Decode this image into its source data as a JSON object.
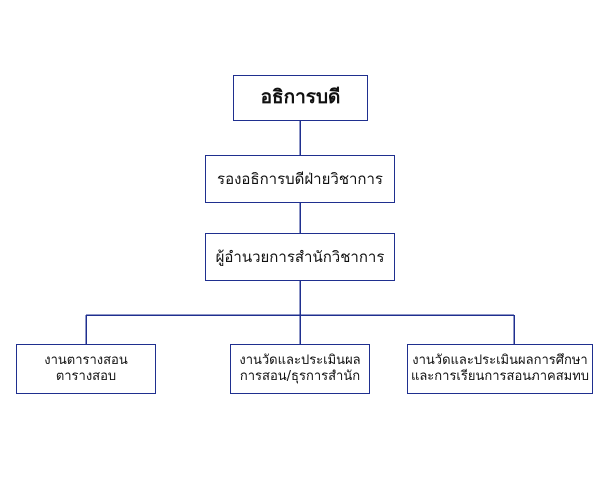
{
  "colors": {
    "border": "#1f2f8f",
    "connector": "#1f2f8f",
    "background": "#ffffff",
    "text": "#111111"
  },
  "org_chart": {
    "root": {
      "label": "อธิการบดี"
    },
    "deputy": {
      "label": "รองอธิการบดีฝ่ายวิชาการ"
    },
    "director": {
      "label": "ผู้อำนวยการสำนักวิชาการ"
    },
    "units": [
      {
        "line1": "งานตารางสอน",
        "line2": "ตารางสอบ"
      },
      {
        "line1": "งานวัดและประเมินผล",
        "line2": "การสอน/ธุรการสำนัก"
      },
      {
        "line1": "งานวัดและประเมินผลการศึกษา",
        "line2": "และการเรียนการสอนภาคสมทบ"
      }
    ]
  }
}
